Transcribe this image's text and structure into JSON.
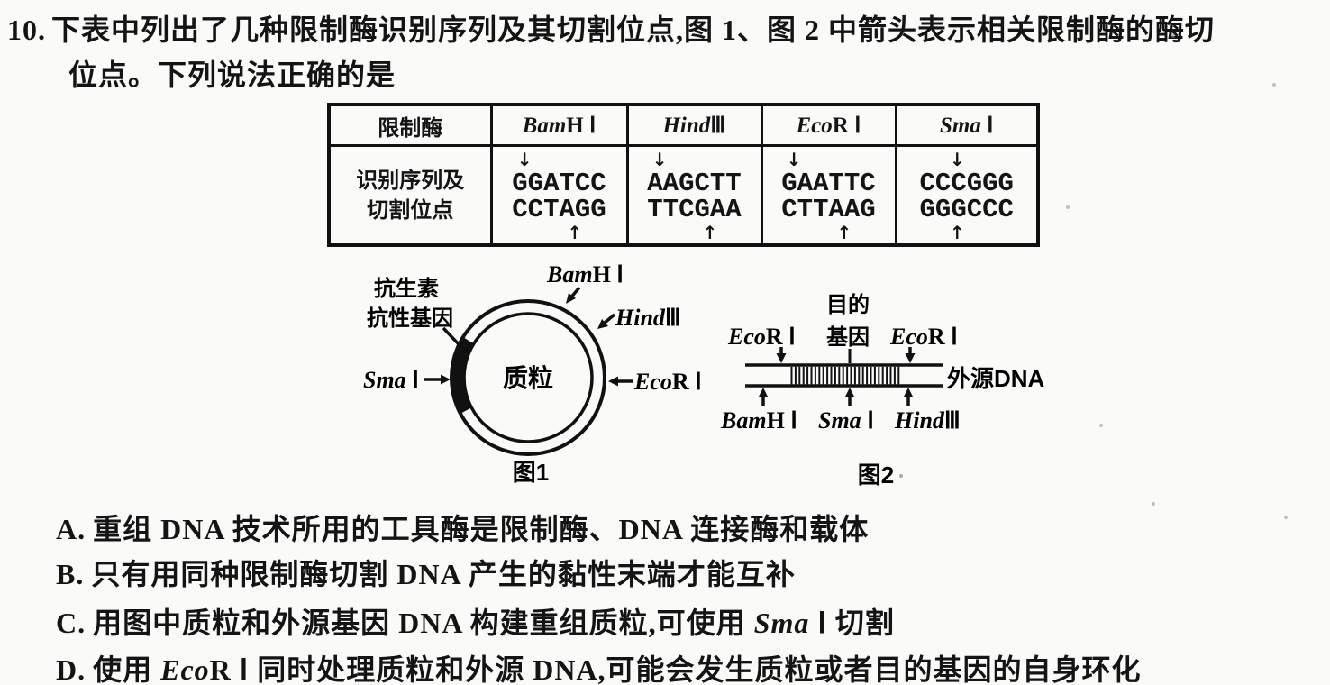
{
  "question": {
    "number": "10.",
    "stem_lines": [
      "下表中列出了几种限制酶识别序列及其切割位点,图 1、图 2 中箭头表示相关限制酶的酶切",
      "位点。下列说法正确的是"
    ]
  },
  "enzyme_names": {
    "bamh1": {
      "italic": "Bam",
      "roman": "H Ⅰ"
    },
    "hind3": {
      "italic": "Hind",
      "roman": "Ⅲ"
    },
    "ecor1": {
      "italic": "Eco",
      "roman": "R Ⅰ"
    },
    "sma1": {
      "italic": "Sma",
      "roman": " Ⅰ"
    }
  },
  "table": {
    "corner_header": "限制酶",
    "row_label_lines": [
      "识别序列及",
      "切割位点"
    ],
    "enzymes": [
      {
        "name": "BamH Ⅰ",
        "top_seq": "GGATCC",
        "bottom_seq": "CCTAGG",
        "top_cut": 1,
        "bottom_cut": 5
      },
      {
        "name": "Hind Ⅲ",
        "top_seq": "AAGCTT",
        "bottom_seq": "TTCGAA",
        "top_cut": 1,
        "bottom_cut": 5
      },
      {
        "name": "EcoR Ⅰ",
        "top_seq": "GAATTC",
        "bottom_seq": "CTTAAG",
        "top_cut": 1,
        "bottom_cut": 5
      },
      {
        "name": "Sma Ⅰ",
        "top_seq": "CCCGGG",
        "bottom_seq": "GGGCCC",
        "top_cut": 3,
        "bottom_cut": 3
      }
    ]
  },
  "figure1": {
    "caption": "图1",
    "plasmid_label": "质粒",
    "antibiotic_gene_lines": [
      "抗生素",
      "抗性基因"
    ]
  },
  "figure2": {
    "caption": "图2",
    "target_gene_lines": [
      "目的",
      "基因"
    ],
    "foreign_dna_label": "外源DNA"
  },
  "options": [
    {
      "label": "A.",
      "segments": [
        {
          "text": "重组 DNA 技术所用的工具酶是限制酶、DNA 连接酶和载体"
        }
      ]
    },
    {
      "label": "B.",
      "segments": [
        {
          "text": "只有用同种限制酶切割 DNA 产生的黏性末端才能互补"
        }
      ]
    },
    {
      "label": "C.",
      "segments": [
        {
          "text": "用图中质粒和外源基因 DNA 构建重组质粒,可使用 "
        },
        {
          "text": "Sma",
          "italic": true
        },
        {
          "text": " Ⅰ 切割"
        }
      ]
    },
    {
      "label": "D.",
      "segments": [
        {
          "text": "使用 "
        },
        {
          "text": "Eco",
          "italic": true
        },
        {
          "text": "R Ⅰ 同时处理质粒和外源 DNA,可能会发生质粒或者目的基因的自身环化"
        }
      ]
    }
  ]
}
